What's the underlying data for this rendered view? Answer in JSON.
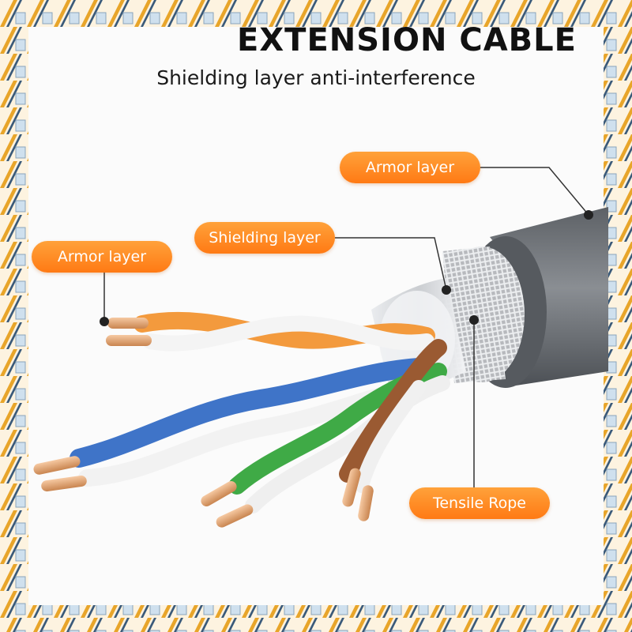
{
  "header": {
    "title": "EXTENSION CABLE",
    "subtitle": "Shielding layer anti-interference"
  },
  "callouts": {
    "armor_layer_right": "Armor layer",
    "shielding_layer": "Shielding layer",
    "armor_layer_left": "Armor layer",
    "tensile_rope": "Tensile Rope"
  },
  "colors": {
    "accent_orange": "#ff8a1f",
    "jacket_gray": "#6f7378",
    "wire_orange": "#f39a3d",
    "wire_blue": "#3f74c8",
    "wire_green": "#3faa46",
    "wire_brown": "#9a5a32",
    "copper": "#e0a070"
  }
}
